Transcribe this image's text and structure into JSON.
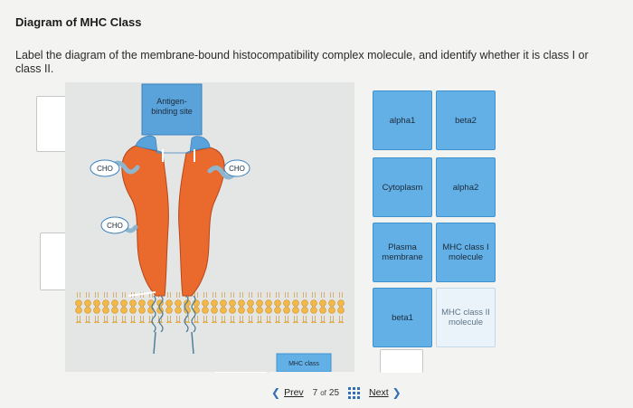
{
  "page": {
    "title": "Diagram of MHC Class",
    "instructions": "Label the diagram of the membrane-bound histocompatibility complex molecule, and identify whether it is class I or class II."
  },
  "diagram": {
    "antigen_label": "Antigen-\nbinding site",
    "cho_label": "CHO",
    "bottom_card_partial": "MHC class"
  },
  "cards": [
    {
      "label": "alpha1"
    },
    {
      "label": "beta2"
    },
    {
      "label": "Cytoplasm"
    },
    {
      "label": "alpha2"
    },
    {
      "label": "Plasma membrane"
    },
    {
      "label": "MHC class I molecule"
    },
    {
      "label": "beta1"
    },
    {
      "label": "MHC class II molecule"
    }
  ],
  "footer": {
    "prev_label": "Prev",
    "page_current": "7",
    "page_of": "of",
    "page_total": "25",
    "next_label": "Next"
  },
  "colors": {
    "card_blue": "#63b0e6",
    "membrane": "#f2b94a",
    "molecule_orange": "#ea6a2e",
    "sugar_blue": "#8fb6cf"
  }
}
